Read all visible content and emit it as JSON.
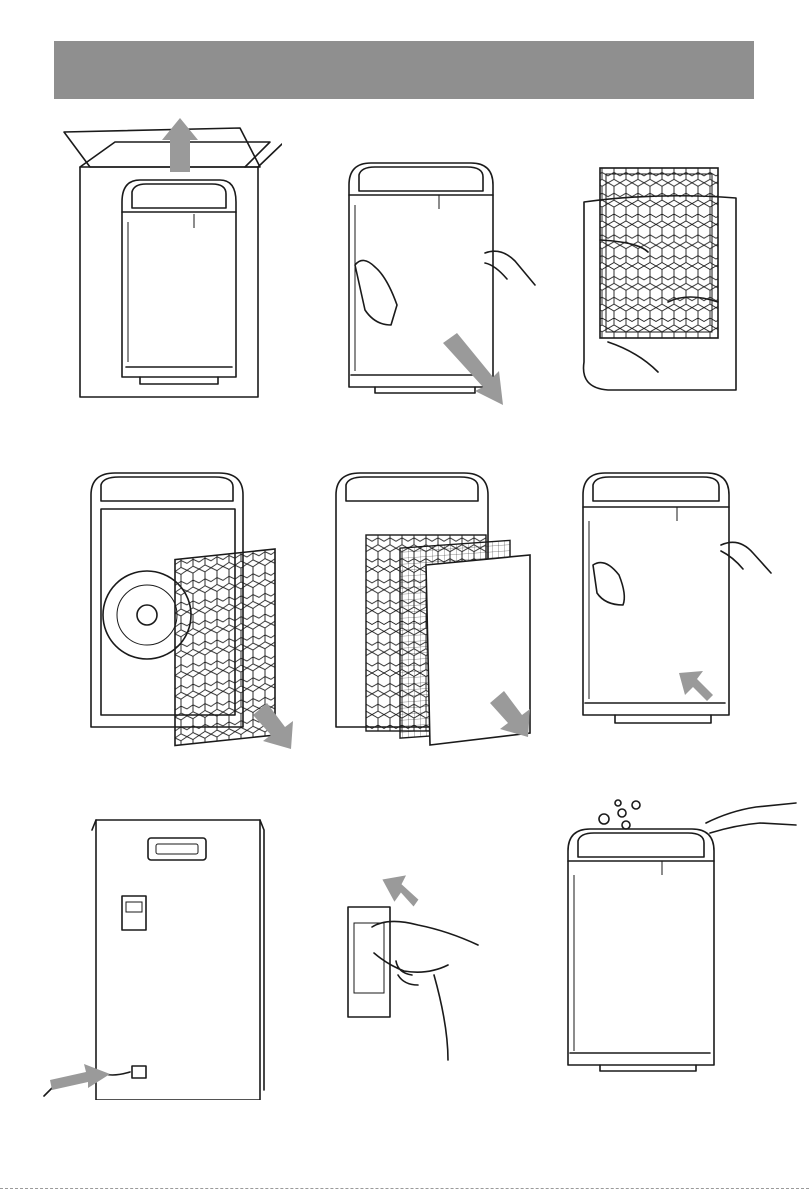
{
  "banner": {
    "title": "",
    "color": "#8f8f8f"
  },
  "steps": [
    {
      "name": "unbox-purifier",
      "icon": "box-unpacking-illustration"
    },
    {
      "name": "remove-front-cover",
      "icon": "front-cover-removal-illustration"
    },
    {
      "name": "unwrap-filter",
      "icon": "filter-in-plastic-bag-illustration"
    },
    {
      "name": "insert-carbon-filter",
      "icon": "insert-carbon-filter-illustration"
    },
    {
      "name": "insert-hepa-filter",
      "icon": "insert-hepa-filter-illustration"
    },
    {
      "name": "reattach-front-cover",
      "icon": "front-cover-attach-illustration"
    },
    {
      "name": "connect-power-cord",
      "icon": "power-cord-rear-illustration"
    },
    {
      "name": "plug-into-outlet",
      "icon": "wall-outlet-plug-illustration"
    },
    {
      "name": "press-power-button",
      "icon": "power-button-press-illustration"
    }
  ],
  "colors": {
    "arrow": "#9a9a9a",
    "outline": "#1a1a1a"
  }
}
